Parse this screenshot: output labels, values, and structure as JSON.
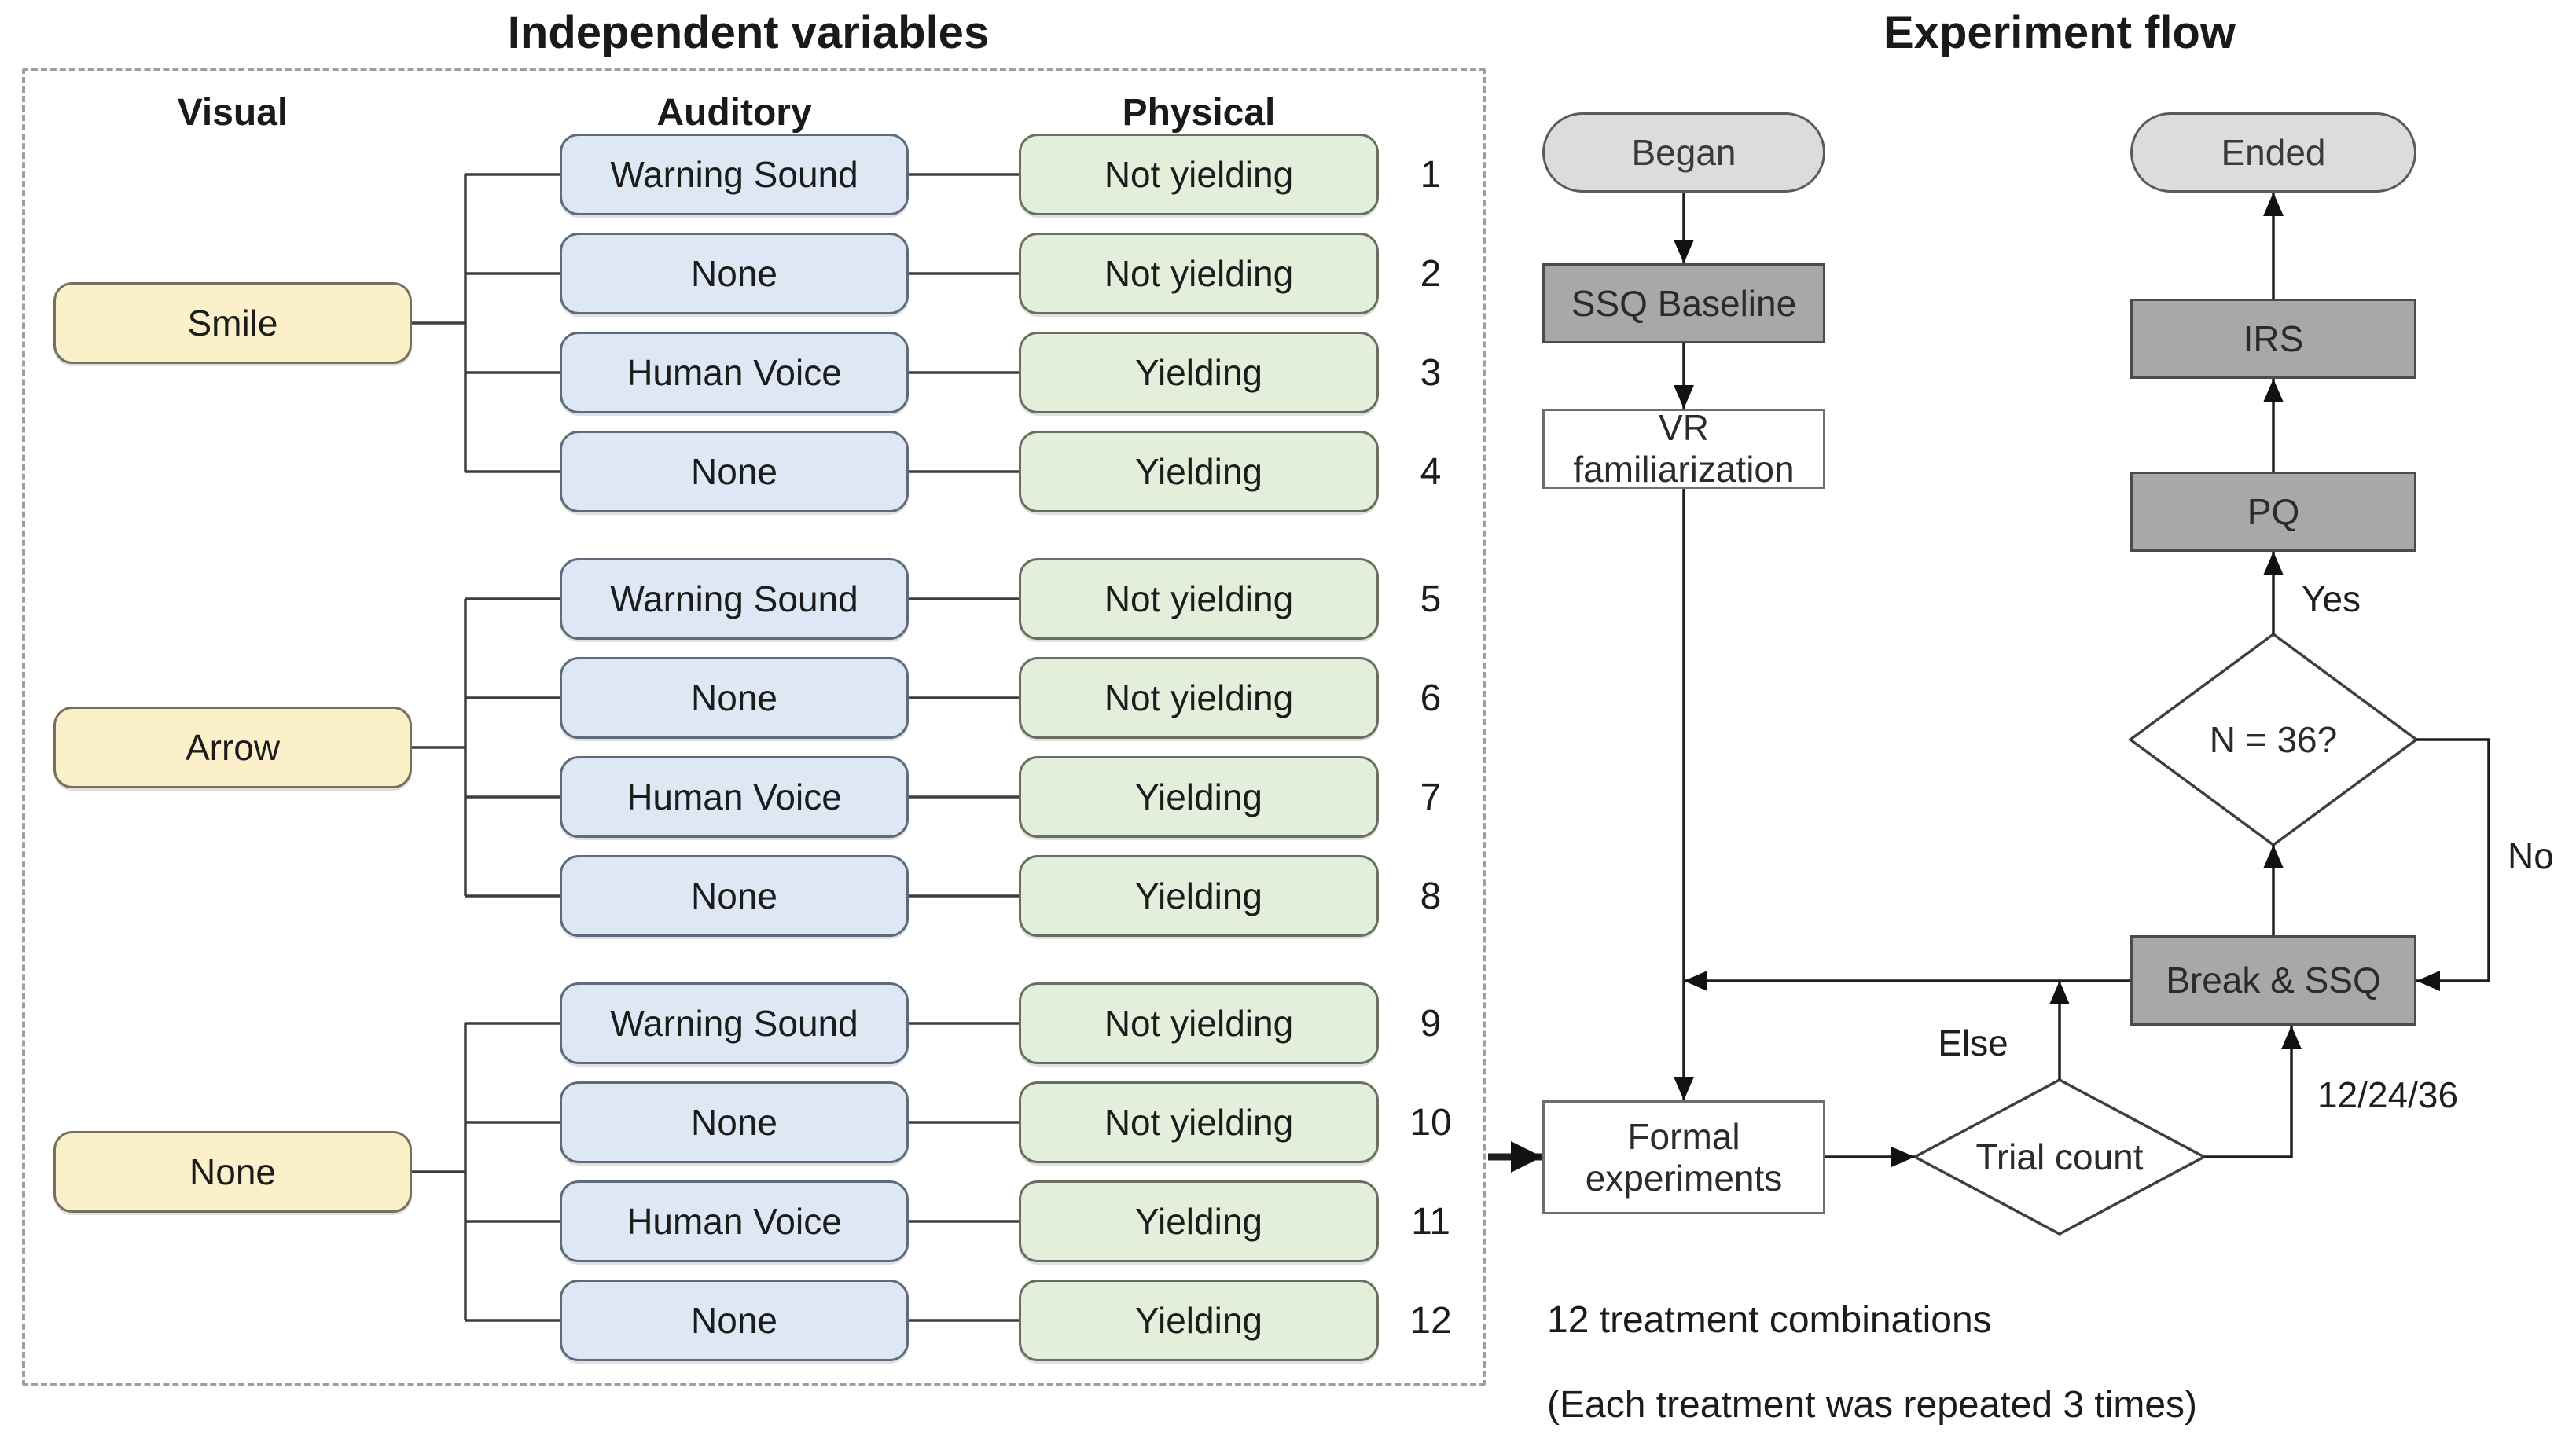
{
  "left_panel": {
    "title": "Independent variables",
    "columns": [
      "Visual",
      "Auditory",
      "Physical"
    ],
    "groups": [
      {
        "visual": "Smile",
        "rows": [
          {
            "auditory": "Warning Sound",
            "physical": "Not yielding",
            "number": "1"
          },
          {
            "auditory": "None",
            "physical": "Not yielding",
            "number": "2"
          },
          {
            "auditory": "Human Voice",
            "physical": "Yielding",
            "number": "3"
          },
          {
            "auditory": "None",
            "physical": "Yielding",
            "number": "4"
          }
        ]
      },
      {
        "visual": "Arrow",
        "rows": [
          {
            "auditory": "Warning Sound",
            "physical": "Not yielding",
            "number": "5"
          },
          {
            "auditory": "None",
            "physical": "Not yielding",
            "number": "6"
          },
          {
            "auditory": "Human Voice",
            "physical": "Yielding",
            "number": "7"
          },
          {
            "auditory": "None",
            "physical": "Yielding",
            "number": "8"
          }
        ]
      },
      {
        "visual": "None",
        "rows": [
          {
            "auditory": "Warning Sound",
            "physical": "Not yielding",
            "number": "9"
          },
          {
            "auditory": "None",
            "physical": "Not yielding",
            "number": "10"
          },
          {
            "auditory": "Human Voice",
            "physical": "Yielding",
            "number": "11"
          },
          {
            "auditory": "None",
            "physical": "Yielding",
            "number": "12"
          }
        ]
      }
    ]
  },
  "flow": {
    "title": "Experiment flow",
    "nodes": {
      "began": "Began",
      "ssq_baseline": "SSQ Baseline",
      "vr_familiarization": "VR familiarization",
      "formal_experiments": "Formal experiments",
      "trial_count": "Trial count",
      "break_ssq": "Break & SSQ",
      "n36": "N = 36?",
      "pq": "PQ",
      "irs": "IRS",
      "ended": "Ended"
    },
    "labels": {
      "yes": "Yes",
      "no": "No",
      "else_label": "Else",
      "counts": "12/24/36"
    },
    "note": {
      "line1": "12 treatment combinations",
      "line2": "(Each treatment was repeated 3 times)"
    }
  },
  "colors": {
    "visual_fill": "#FBF0CA",
    "auditory_fill": "#DDE8F4",
    "physical_fill": "#E3EFDB",
    "terminator_fill": "#DCDCDC",
    "process_fill": "#A8A8A8",
    "white_fill": "#FFFFFF",
    "line": "#1f1f1f",
    "dashed_border": "#9E9E9E"
  }
}
